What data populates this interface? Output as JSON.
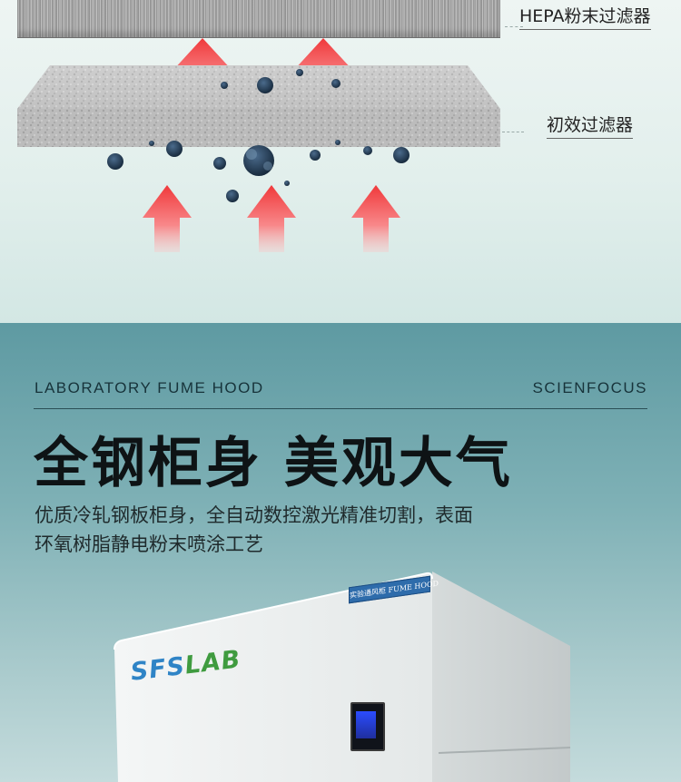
{
  "illustration": {
    "hepa_label": "HEPA粉末过滤器",
    "prefilter_label": "初效过滤器"
  },
  "section": {
    "eyebrow_left": "LABORATORY FUME HOOD",
    "eyebrow_right": "SCIENFOCUS",
    "headline": "全钢柜身 美观大气",
    "description_line1": "优质冷轧钢板柜身，全自动数控激光精准切割，表面",
    "description_line2": "环氧树脂静电粉末喷涂工艺"
  },
  "product": {
    "brand_part1": "SFS",
    "brand_part2": "LAB",
    "nameplate": "实验通风柜 FUME HOOD",
    "brand_colors": [
      "#2f84c6",
      "#3f9b3f"
    ]
  }
}
